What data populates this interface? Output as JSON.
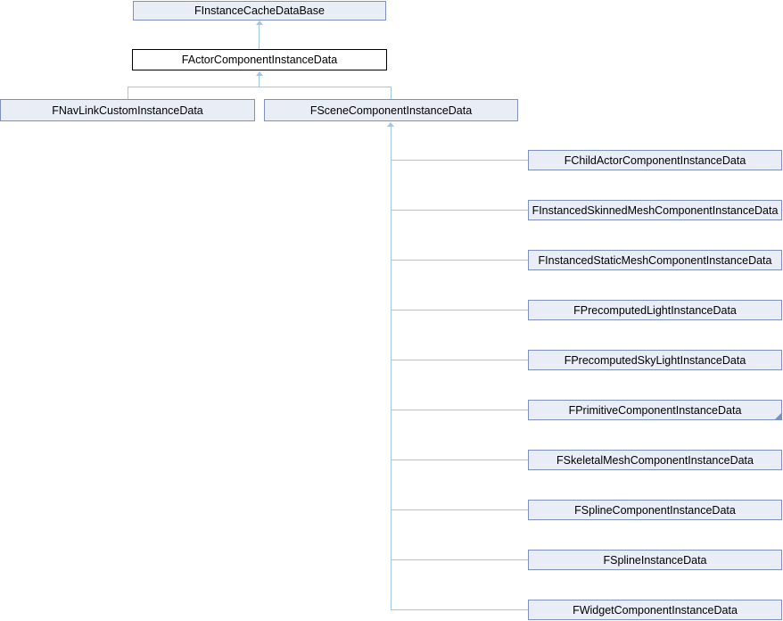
{
  "diagram": {
    "type": "class-inheritance-diagram",
    "colors": {
      "background": "#ffffff",
      "node_fill": "#e9edf6",
      "node_border": "#7e90bf",
      "current_node_fill": "#ffffff",
      "current_node_border": "#000000",
      "edge": "#a0c7e5",
      "text": "#000000"
    },
    "icons": {
      "inheritance_arrow": "triangle-up",
      "more_subclasses_marker": "folded-corner-triangle"
    },
    "root": {
      "label": "FInstanceCacheDataBase"
    },
    "current": {
      "label": "FActorComponentInstanceData",
      "highlighted": true
    },
    "level2": [
      {
        "label": "FNavLinkCustomInstanceData"
      },
      {
        "label": "FSceneComponentInstanceData"
      }
    ],
    "level3": [
      {
        "label": "FChildActorComponentInstanceData"
      },
      {
        "label": "FInstancedSkinnedMeshComponentInstanceData"
      },
      {
        "label": "FInstancedStaticMeshComponentInstanceData"
      },
      {
        "label": "FPrecomputedLightInstanceData"
      },
      {
        "label": "FPrecomputedSkyLightInstanceData"
      },
      {
        "label": "FPrimitiveComponentInstanceData",
        "has_hidden_subclasses": true
      },
      {
        "label": "FSkeletalMeshComponentInstanceData"
      },
      {
        "label": "FSplineComponentInstanceData"
      },
      {
        "label": "FSplineInstanceData"
      },
      {
        "label": "FWidgetComponentInstanceData"
      }
    ]
  }
}
